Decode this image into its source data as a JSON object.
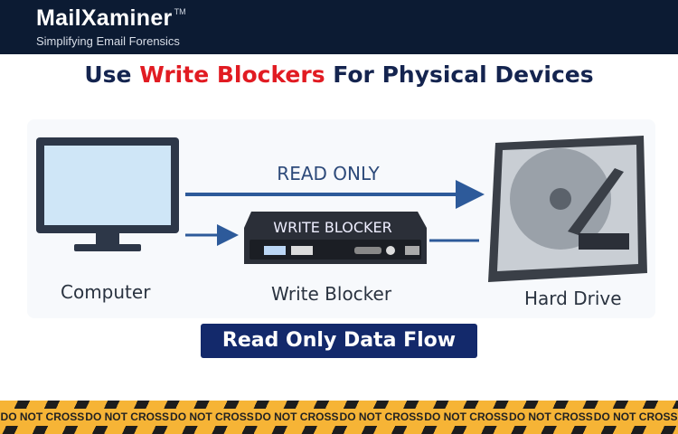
{
  "header": {
    "brand_name": "MailXaminer",
    "trademark": "TM",
    "tagline": "Simplifying Email Forensics"
  },
  "title": {
    "prefix": "Use ",
    "highlight": "Write Blockers",
    "suffix": " For Physical Devices"
  },
  "diagram": {
    "arrow_label": "READ ONLY",
    "device_label": "WRITE BLOCKER",
    "nodes": [
      "Computer",
      "Write Blocker",
      "Hard Drive"
    ]
  },
  "flow_button": "Read Only Data Flow",
  "tape": {
    "text": "DO NOT CROSS",
    "colors": {
      "yellow": "#f6b436",
      "black": "#1d1d1d"
    }
  },
  "colors": {
    "navy": "#0c1b33",
    "accent_red": "#e11b22",
    "arrow_blue": "#2d5a9a"
  }
}
